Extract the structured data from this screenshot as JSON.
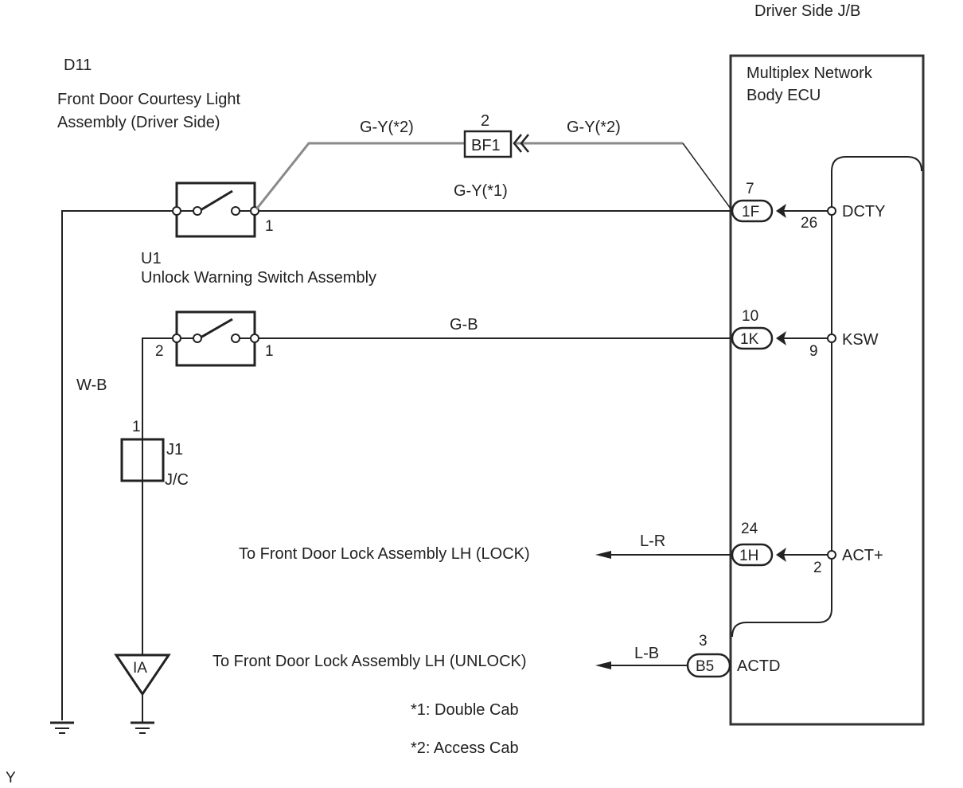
{
  "diagram": {
    "junction_block_label": "Driver Side J/B",
    "ecu": {
      "title_line1": "Multiplex Network",
      "title_line2": "Body ECU",
      "terminals": [
        {
          "name": "DCTY",
          "pin": "26",
          "connector": "1F",
          "connector_pin": "7",
          "wire": "G-Y(*1)"
        },
        {
          "name": "KSW",
          "pin": "9",
          "connector": "1K",
          "connector_pin": "10",
          "wire": "G-B"
        },
        {
          "name": "ACT+",
          "pin": "2",
          "connector": "1H",
          "connector_pin": "24",
          "wire": "L-R"
        },
        {
          "name": "ACTD",
          "pin": "",
          "connector": "B5",
          "connector_pin": "3",
          "wire": "L-B"
        }
      ]
    },
    "courtesy_light": {
      "code": "D11",
      "name_line1": "Front Door Courtesy Light",
      "name_line2": "Assembly (Driver Side)",
      "pin": "1"
    },
    "unlock_switch": {
      "code": "U1",
      "name": "Unlock Warning Switch Assembly",
      "pin_left": "2",
      "pin_right": "1"
    },
    "inline_connector": {
      "code": "BF1",
      "pin": "2",
      "wire_left": "G-Y(*2)",
      "wire_right": "G-Y(*2)"
    },
    "ground_wire": "W-B",
    "junction_connector": {
      "code": "J1",
      "type": "J/C",
      "pin": "1"
    },
    "ground_point": "IA",
    "outputs": {
      "lock": "To Front Door Lock Assembly LH (LOCK)",
      "unlock": "To Front Door Lock Assembly LH (UNLOCK)"
    },
    "notes": [
      "*1: Double Cab",
      "*2: Access Cab"
    ],
    "wire_color_code": "Y"
  }
}
